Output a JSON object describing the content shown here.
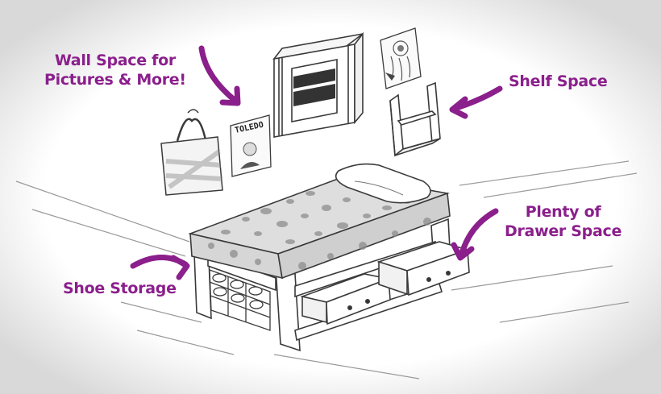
{
  "labels": {
    "wall_space": {
      "line1": "Wall Space for",
      "line2": "Pictures & More!"
    },
    "shelf_space": "Shelf Space",
    "drawer_space": {
      "line1": "Plenty of",
      "line2": "Drawer Space"
    },
    "shoe_storage": "Shoe Storage"
  },
  "poster_text": "TOLEDO",
  "colors": {
    "accent": "#8b1f8c",
    "ink": "#3a3a3a",
    "mattress": "#dedede",
    "window_glass": "#333333",
    "paper": "#ffffff"
  }
}
